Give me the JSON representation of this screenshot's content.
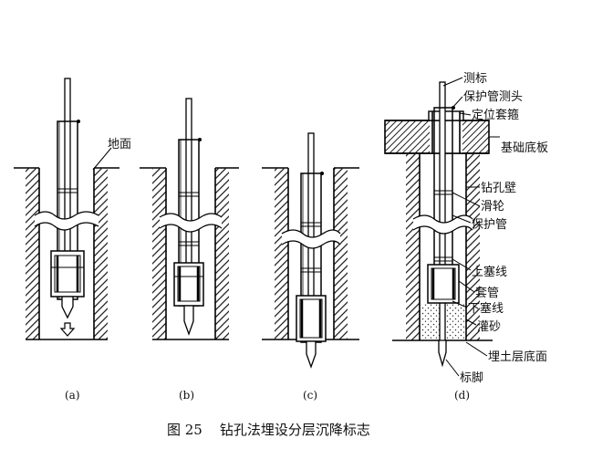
{
  "labels": {
    "ground": "地面",
    "marker_rod": "测标",
    "casing_probe": "保护管测头",
    "positioning_collar": "定位套箍",
    "foundation_slab": "基础底板",
    "borehole_wall": "钻孔壁",
    "pulley": "滑轮",
    "protective_pipe": "保护管",
    "upper_plug_line": "上塞线",
    "sleeve": "套管",
    "lower_plug_line": "下塞线",
    "sand_fill": "灌砂",
    "fill_bottom": "埋土层底面",
    "marker_foot": "标脚"
  },
  "subfigures": [
    "(a)",
    "(b)",
    "(c)",
    "(d)"
  ],
  "caption": "图 25    钻孔法埋设分层沉降标志"
}
